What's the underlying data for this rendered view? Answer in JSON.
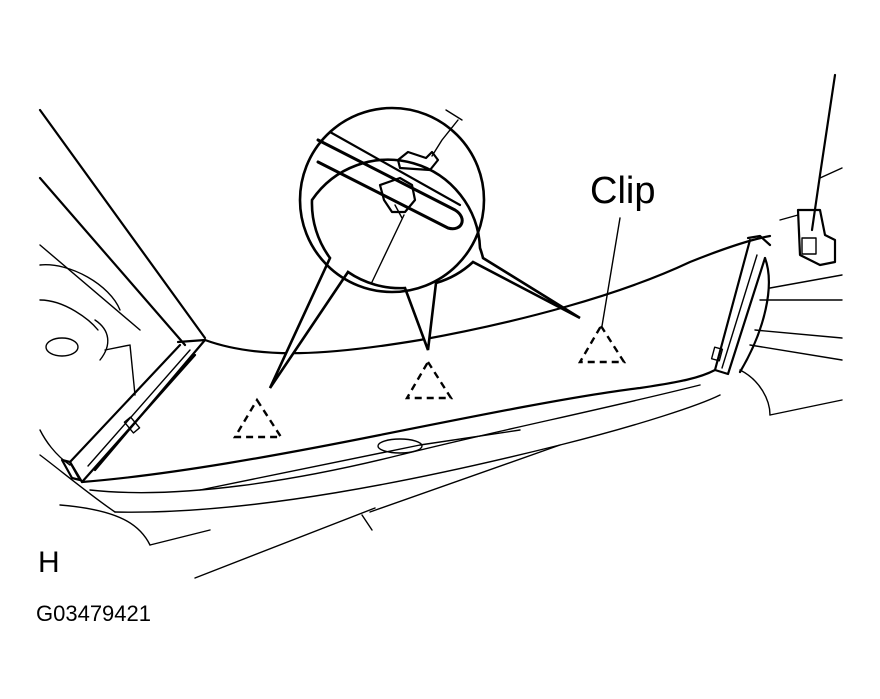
{
  "labels": {
    "clip": "Clip",
    "view_letter": "H",
    "figure_code": "G03479421"
  }
}
